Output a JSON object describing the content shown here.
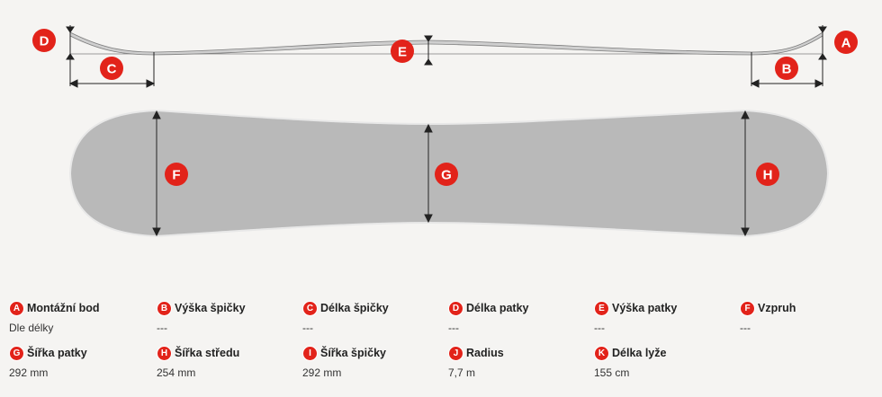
{
  "colors": {
    "accent": "#e2231a",
    "board_fill": "#b9b9b9",
    "board_stroke": "#e8e8e8",
    "line": "#222222",
    "background": "#f5f4f2"
  },
  "profile_badges": {
    "a": "A",
    "b": "B",
    "c": "C",
    "d": "D",
    "e": "E"
  },
  "top_badges": {
    "f": "F",
    "g": "G",
    "h": "H"
  },
  "specs": [
    {
      "letter": "A",
      "label": "Montážní bod",
      "value": "Dle délky"
    },
    {
      "letter": "B",
      "label": "Výška špičky",
      "value": "---"
    },
    {
      "letter": "C",
      "label": "Délka špičky",
      "value": "---"
    },
    {
      "letter": "D",
      "label": "Délka patky",
      "value": "---"
    },
    {
      "letter": "E",
      "label": "Výška patky",
      "value": "---"
    },
    {
      "letter": "F",
      "label": "Vzpruh",
      "value": "---"
    },
    {
      "letter": "G",
      "label": "Šířka patky",
      "value": "292 mm"
    },
    {
      "letter": "H",
      "label": "Šířka středu",
      "value": "254 mm"
    },
    {
      "letter": "I",
      "label": "Šířka špičky",
      "value": "292 mm"
    },
    {
      "letter": "J",
      "label": "Radius",
      "value": "7,7 m"
    },
    {
      "letter": "K",
      "label": "Délka lyže",
      "value": "155 cm"
    }
  ]
}
